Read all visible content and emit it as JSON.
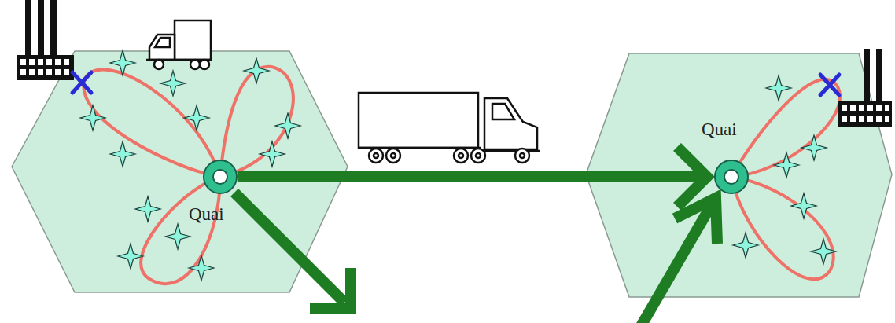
{
  "diagram": {
    "nodes": [
      {
        "text": [
          "Quai"
        ]
      },
      {
        "text": [
          "Quai"
        ]
      }
    ],
    "edges": [
      {
        "from": 0,
        "to": 1,
        "arrow": "to"
      }
    ]
  }
}
